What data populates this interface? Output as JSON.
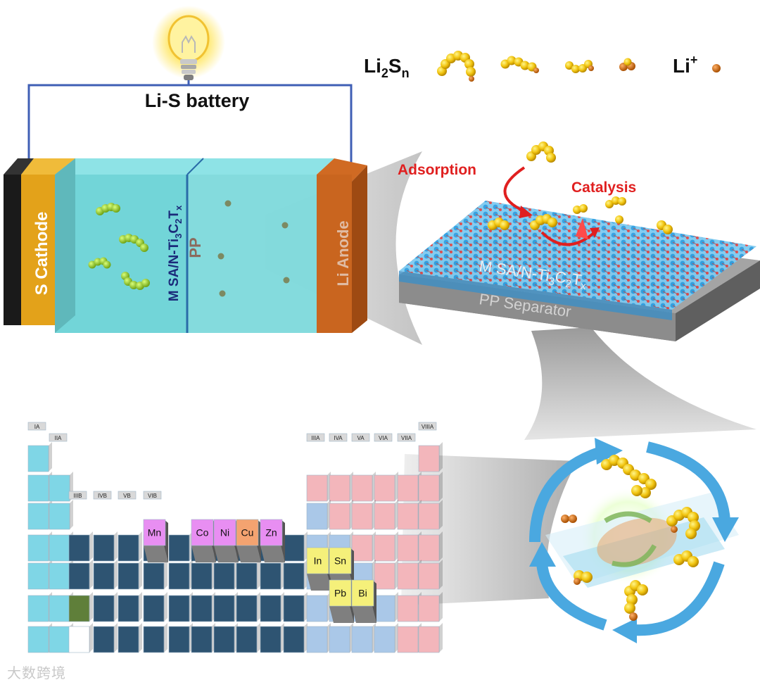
{
  "battery": {
    "title": "Li-S battery",
    "cathode_label": "S Cathode",
    "anode_label": "Li Anode",
    "interlayer_label": "M SA/N-Ti",
    "interlayer_sub1": "3",
    "interlayer_mid": "C",
    "interlayer_sub2": "2",
    "interlayer_T": "T",
    "interlayer_subx": "x",
    "separator_label": "PP"
  },
  "legend": {
    "polysulfide_main": "Li",
    "polysulfide_sub1": "2",
    "polysulfide_S": "S",
    "polysulfide_subn": "n",
    "lithium_ion_main": "Li",
    "lithium_ion_sup": "+"
  },
  "mechanism": {
    "adsorption": "Adsorption",
    "catalysis": "Catalysis",
    "layer_label": "M SA/N-Ti",
    "layer_sub1": "3",
    "layer_mid": "C",
    "layer_sub2": "2",
    "layer_T": "T",
    "layer_subx": "x",
    "separator": "PP Separator"
  },
  "periodic_table": {
    "group_headers": {
      "IA": "IA",
      "IIA": "IIA",
      "IIIB": "IIIB",
      "IVB": "IVB",
      "VB": "VB",
      "VIB": "VIB",
      "IIIA": "IIIA",
      "IVA": "IVA",
      "VA": "VA",
      "VIA": "VIA",
      "VIIA": "VIIA",
      "VIIIA": "VIIIA"
    },
    "highlighted": {
      "Mn": "Mn",
      "Co": "Co",
      "Ni": "Ni",
      "Cu": "Cu",
      "Zn": "Zn",
      "In": "In",
      "Sn": "Sn",
      "Pb": "Pb",
      "Bi": "Bi"
    },
    "colors": {
      "alkali": "#7fd6e6",
      "transition": "#2e5472",
      "nonmetal": "#f3b6bb",
      "post_transition": "#aac8e8",
      "lanthanide": "#5f7f3a",
      "actinide": "#ffffff",
      "magenta": "#e88ef2",
      "copper": "#f4a370",
      "yellow": "#f5f07a"
    }
  },
  "watermark": "大数跨境"
}
